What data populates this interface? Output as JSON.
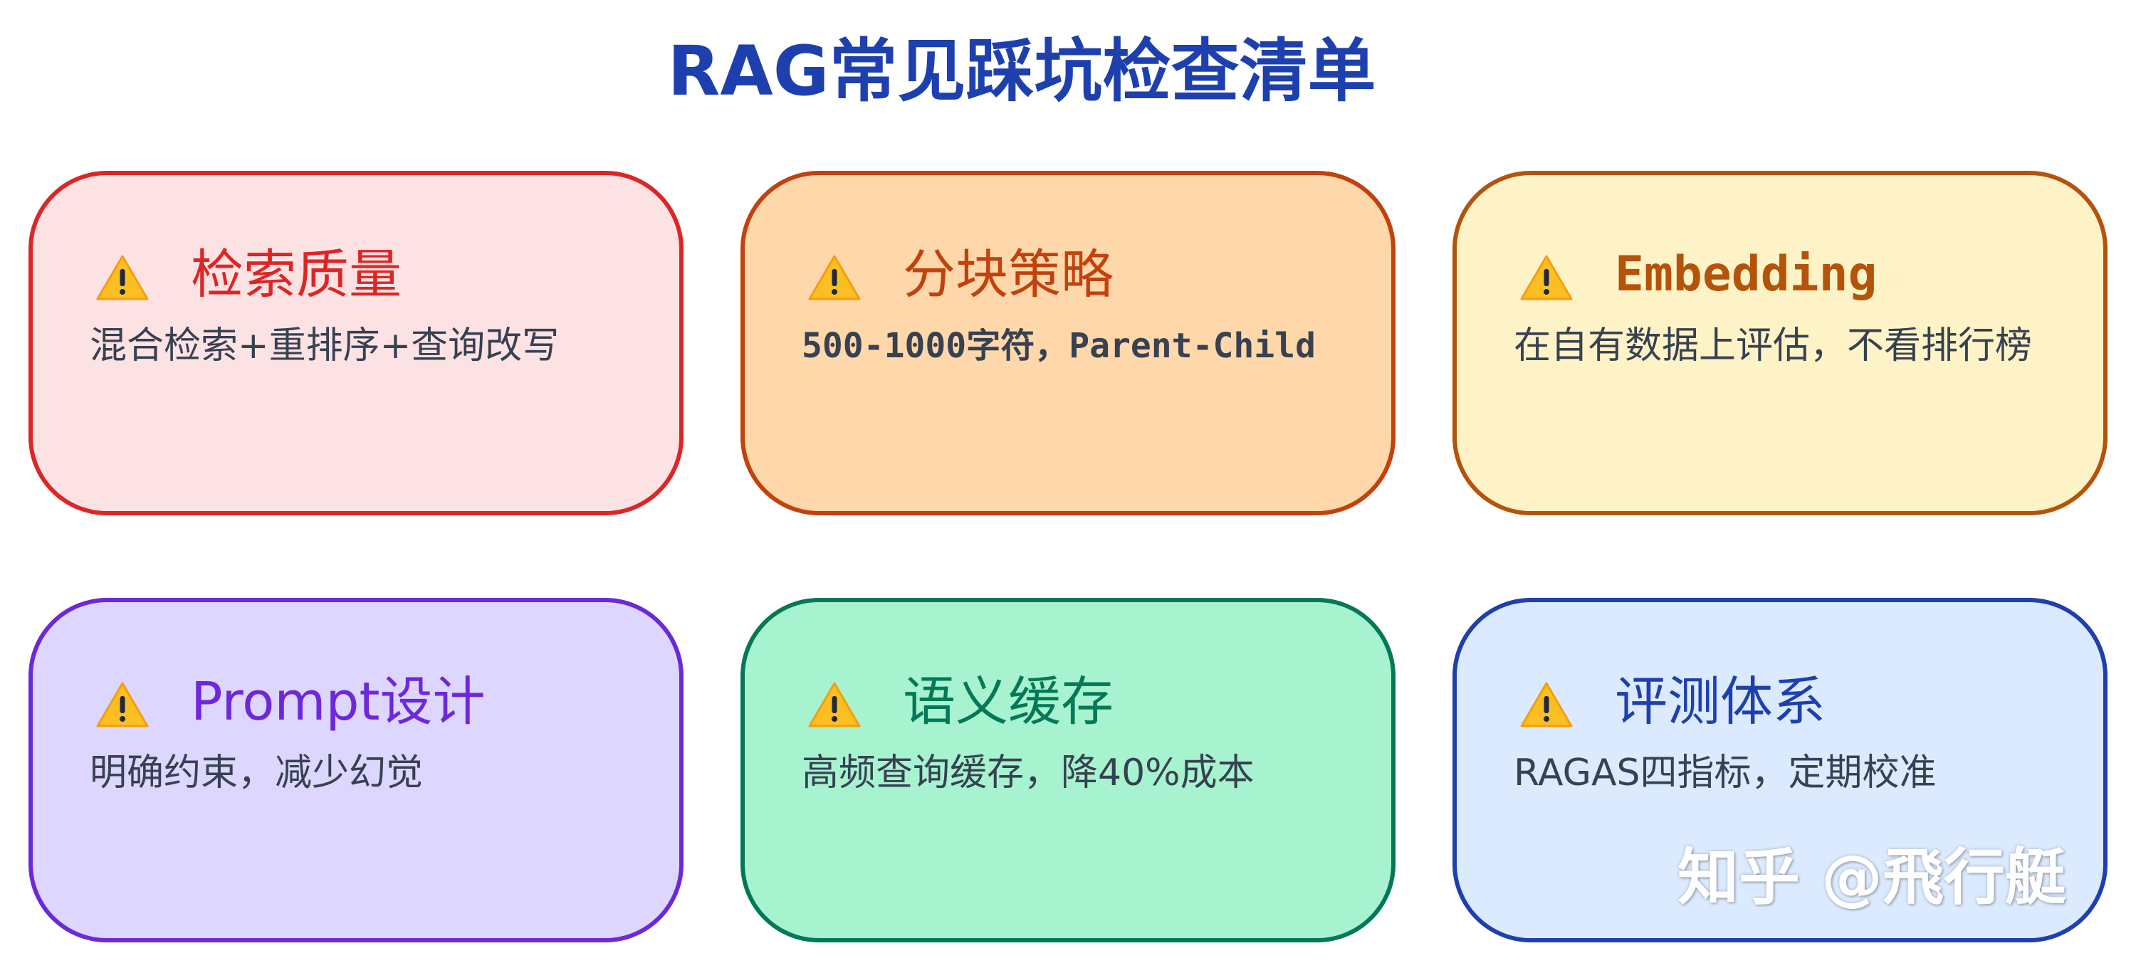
{
  "title": "RAG常见踩坑检查清单",
  "cards": [
    {
      "title": "检索质量",
      "text": "混合检索+重排序+查询改写",
      "icon": "warning-icon",
      "border": "#dc2626",
      "fill": "#fde2e4",
      "title_color": "#dc2626"
    },
    {
      "title": "分块策略",
      "text": "500-1000字符，Parent-Child",
      "icon": "warning-icon",
      "border": "#c2410c",
      "fill": "#fed7aa",
      "title_color": "#c2410c"
    },
    {
      "title": "Embedding",
      "text": "在自有数据上评估，不看排行榜",
      "icon": "warning-icon",
      "border": "#b45309",
      "fill": "#fef3c7",
      "title_color": "#b45309"
    },
    {
      "title": "Prompt设计",
      "text": "明确约束，减少幻觉",
      "icon": "warning-icon",
      "border": "#6d28d9",
      "fill": "#ddd6fe",
      "title_color": "#6d28d9"
    },
    {
      "title": "语义缓存",
      "text": "高频查询缓存，降40%成本",
      "icon": "warning-icon",
      "border": "#047857",
      "fill": "#a7f3d0",
      "title_color": "#047857"
    },
    {
      "title": "评测体系",
      "text": "RAGAS四指标，定期校准",
      "icon": "warning-icon",
      "border": "#1e40af",
      "fill": "#dbeafe",
      "title_color": "#1e40af"
    }
  ],
  "watermark": "知乎 @飛行艇"
}
